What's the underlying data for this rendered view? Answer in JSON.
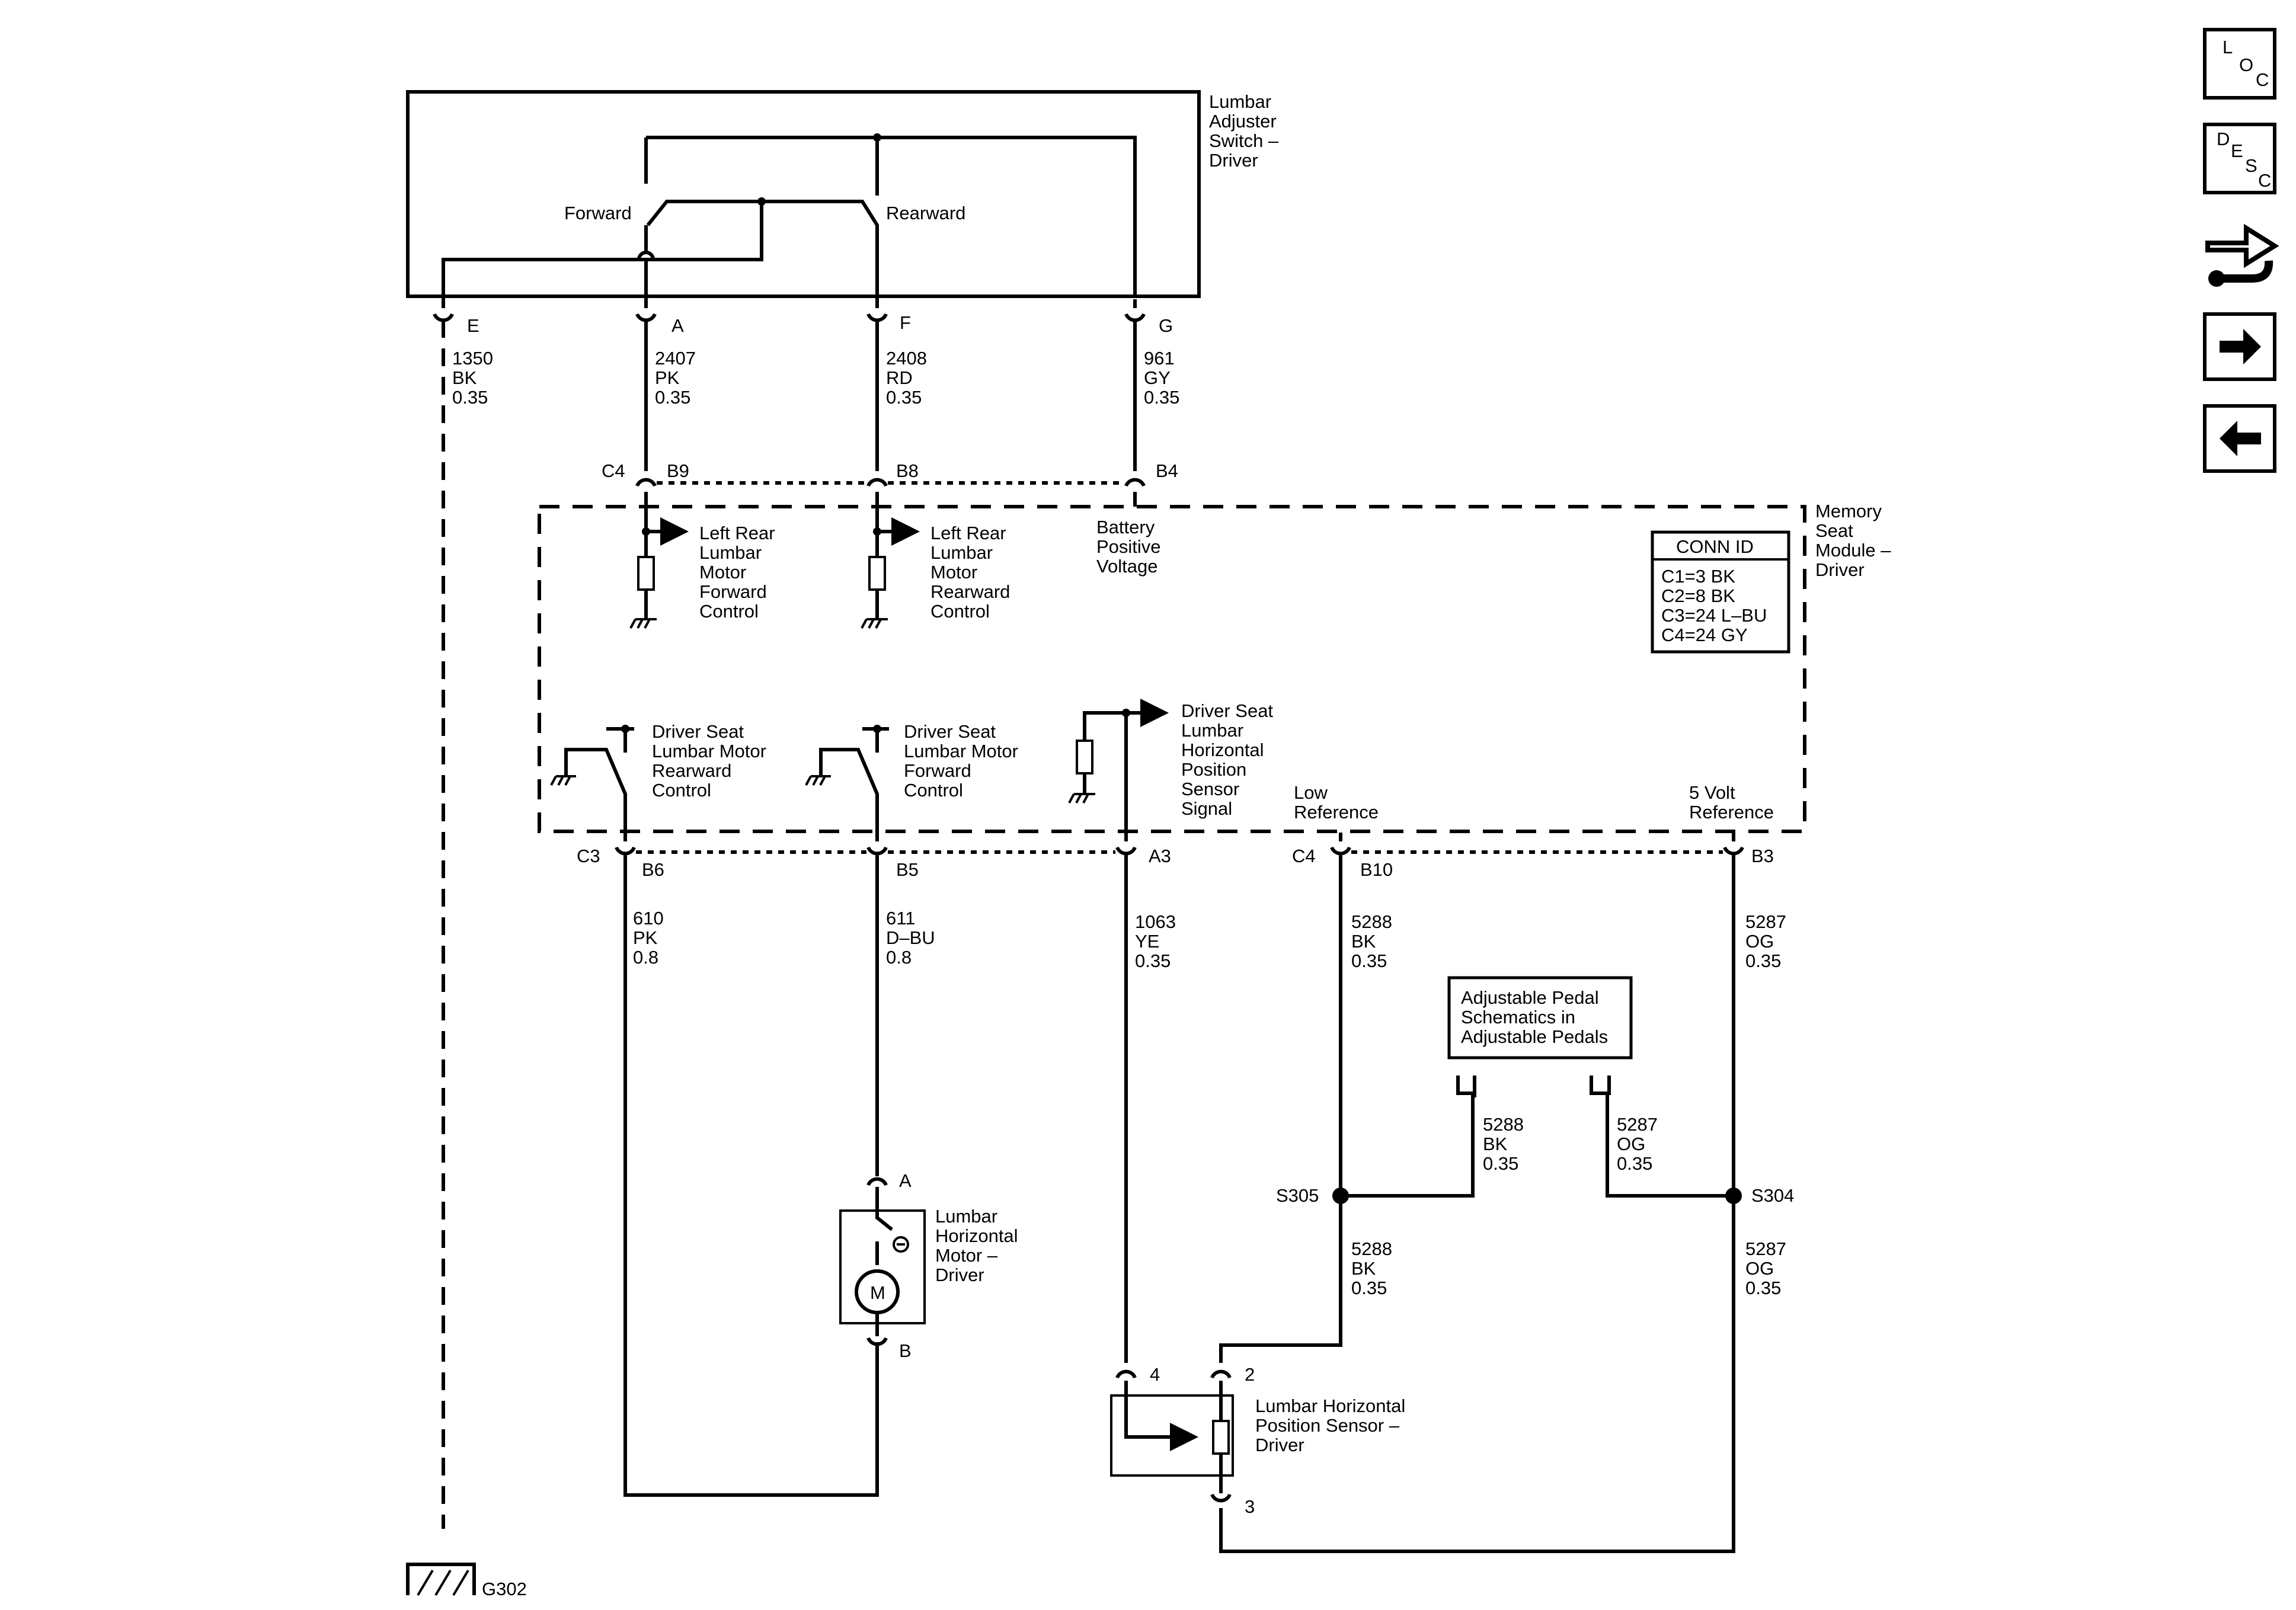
{
  "components": {
    "switch_title": [
      "Lumbar",
      "Adjuster",
      "Switch –",
      "Driver"
    ],
    "switch_forward": "Forward",
    "switch_rearward": "Rearward",
    "module_title": [
      "Memory",
      "Seat",
      "Module –",
      "Driver"
    ],
    "motor_title": [
      "Lumbar",
      "Horizontal",
      "Motor –",
      "Driver"
    ],
    "motor_symbol": "M",
    "sensor_title": [
      "Lumbar Horizontal",
      "Position Sensor –",
      "Driver"
    ],
    "pedal_box": [
      "Adjustable Pedal",
      "Schematics in",
      "Adjustable Pedals"
    ],
    "ground_label": "G302"
  },
  "conn_id": {
    "header": "CONN ID",
    "rows": [
      "C1=3 BK",
      "C2=8 BK",
      "C3=24 L–BU",
      "C4=24 GY"
    ]
  },
  "pins": {
    "switch": [
      "E",
      "A",
      "F",
      "G"
    ],
    "c4_label": "C4",
    "c4_top": [
      "B9",
      "B8",
      "B4"
    ],
    "c3_label": "C3",
    "c3_bottom": [
      "B6",
      "B5",
      "A3"
    ],
    "c4_bottom_label": "C4",
    "c4_bottom": [
      "B10",
      "B3"
    ],
    "motor": [
      "A",
      "B"
    ],
    "sensor": [
      "4",
      "2",
      "3"
    ]
  },
  "module_text": {
    "lr_fwd": [
      "Left Rear",
      "Lumbar",
      "Motor",
      "Forward",
      "Control"
    ],
    "lr_rwd": [
      "Left Rear",
      "Lumbar",
      "Motor",
      "Rearward",
      "Control"
    ],
    "batt": [
      "Battery",
      "Positive",
      "Voltage"
    ],
    "ds_rwd": [
      "Driver Seat",
      "Lumbar Motor",
      "Rearward",
      "Control"
    ],
    "ds_fwd": [
      "Driver Seat",
      "Lumbar Motor",
      "Forward",
      "Control"
    ],
    "ds_sensor": [
      "Driver Seat",
      "Lumbar",
      "Horizontal",
      "Position",
      "Sensor",
      "Signal"
    ],
    "low_ref": [
      "Low",
      "Reference"
    ],
    "five_volt": [
      "5 Volt",
      "Reference"
    ]
  },
  "wires": {
    "w1350": [
      "1350",
      "BK",
      "0.35"
    ],
    "w2407": [
      "2407",
      "PK",
      "0.35"
    ],
    "w2408": [
      "2408",
      "RD",
      "0.35"
    ],
    "w961": [
      "961",
      "GY",
      "0.35"
    ],
    "w610": [
      "610",
      "PK",
      "0.8"
    ],
    "w611": [
      "611",
      "D–BU",
      "0.8"
    ],
    "w1063": [
      "1063",
      "YE",
      "0.35"
    ],
    "w5288a": [
      "5288",
      "BK",
      "0.35"
    ],
    "w5287a": [
      "5287",
      "OG",
      "0.35"
    ],
    "w5288b": [
      "5288",
      "BK",
      "0.35"
    ],
    "w5287b": [
      "5287",
      "OG",
      "0.35"
    ],
    "w5288c": [
      "5288",
      "BK",
      "0.35"
    ],
    "w5287c": [
      "5287",
      "OG",
      "0.35"
    ]
  },
  "splices": [
    "S305",
    "S304"
  ],
  "nav": {
    "loc": [
      "L",
      "O",
      "C"
    ],
    "desc": [
      "D",
      "E",
      "S",
      "C"
    ],
    "arrow_right": "→",
    "arrow_left": "←"
  }
}
